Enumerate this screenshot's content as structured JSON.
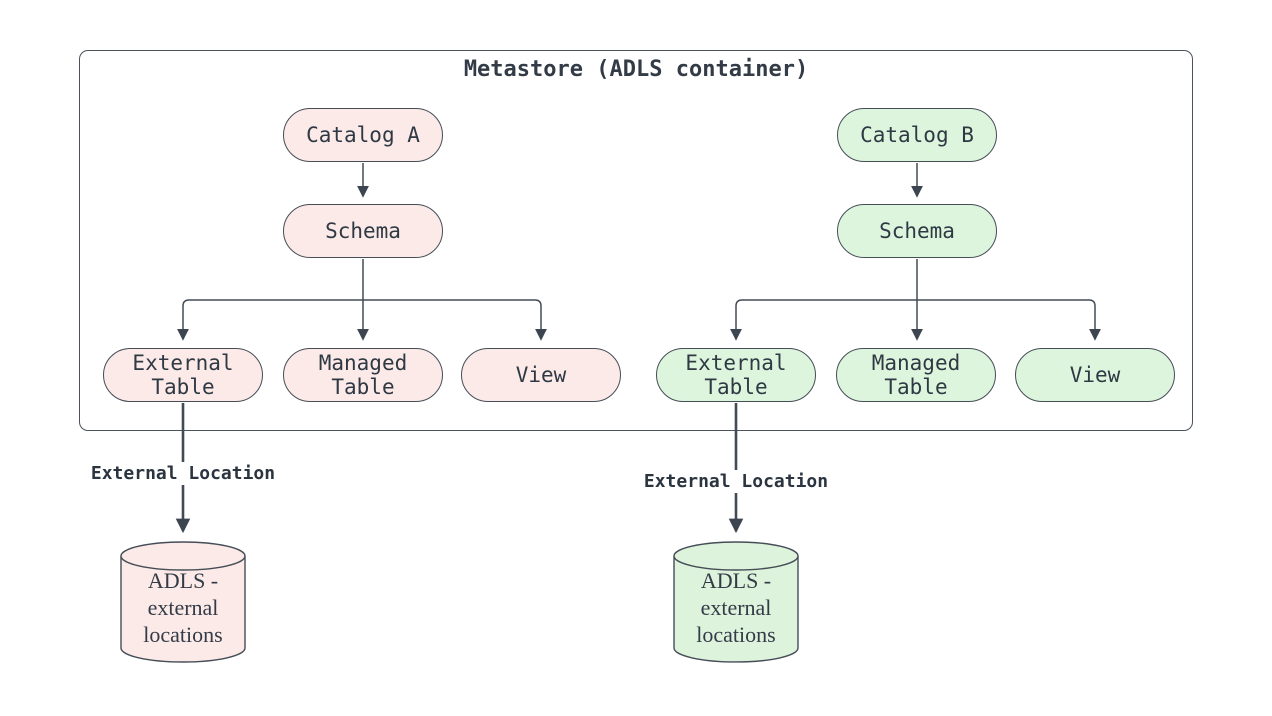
{
  "diagram": {
    "title": "Metastore (ADLS container)",
    "colors": {
      "background": "#ffffff",
      "pink_fill": "#fbeae8",
      "green_fill": "#def5dd",
      "stroke": "#424b55",
      "text": "#2f3944"
    },
    "catalog_a": {
      "catalog_label": "Catalog A",
      "schema_label": "Schema",
      "external_table_label": "External\nTable",
      "managed_table_label": "Managed\nTable",
      "view_label": "View",
      "external_location_label": "External Location",
      "storage_label": "ADLS -\nexternal\nlocations"
    },
    "catalog_b": {
      "catalog_label": "Catalog B",
      "schema_label": "Schema",
      "external_table_label": "External\nTable",
      "managed_table_label": "Managed\nTable",
      "view_label": "View",
      "external_location_label": "External Location",
      "storage_label": "ADLS -\nexternal\nlocations"
    }
  }
}
